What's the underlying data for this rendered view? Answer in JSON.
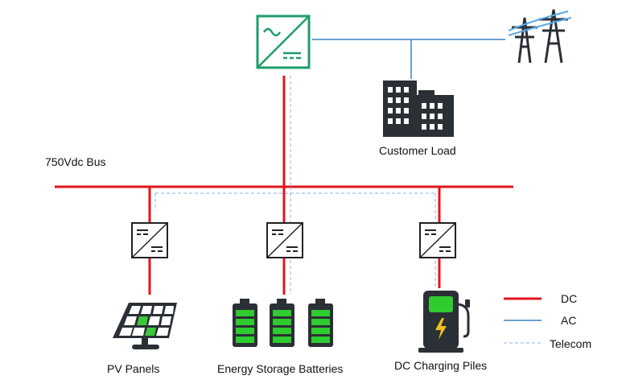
{
  "labels": {
    "bus": "750Vdc Bus",
    "customer_load": "Customer Load",
    "pv_panels": "PV Panels",
    "batteries": "Energy Storage Batteries",
    "charging_piles": "DC Charging Piles"
  },
  "legend": {
    "dc": "DC",
    "ac": "AC",
    "telecom": "Telecom"
  },
  "colors": {
    "dc": "#e3141c",
    "ac": "#6a9fd0",
    "telecom": "#8fb3d9",
    "inverter": "#1f9d6a",
    "battery": "#2ecc2e"
  }
}
